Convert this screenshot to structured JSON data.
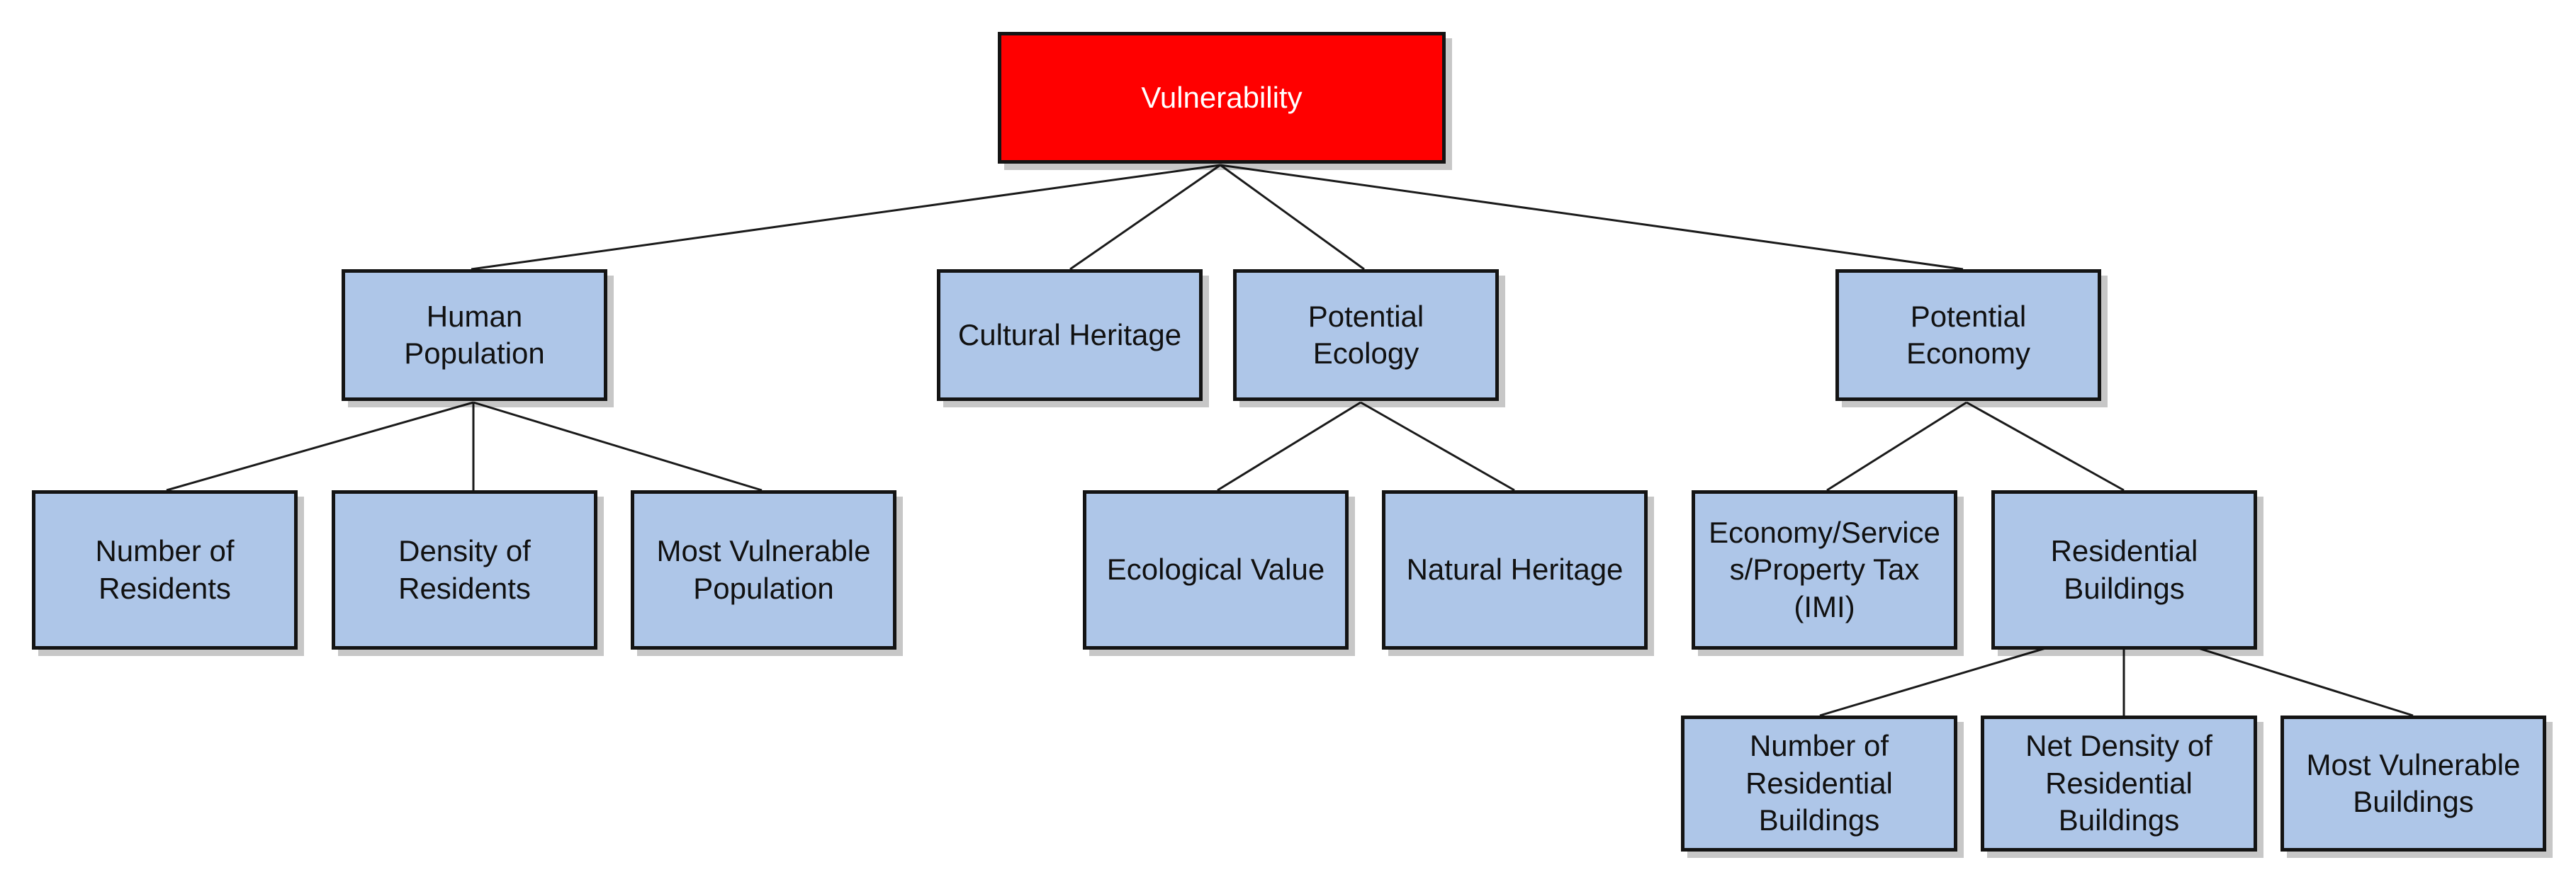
{
  "root": {
    "label": "Vulnerability",
    "color": "#ff0000"
  },
  "level1": {
    "human_population": "Human\nPopulation",
    "cultural_heritage": "Cultural Heritage",
    "potential_ecology": "Potential\nEcology",
    "potential_economy": "Potential\nEconomy"
  },
  "human_population_children": {
    "number_of_residents": "Number of\nResidents",
    "density_of_residents": "Density of\nResidents",
    "most_vulnerable_population": "Most Vulnerable\nPopulation"
  },
  "potential_ecology_children": {
    "ecological_value": "Ecological Value",
    "natural_heritage": "Natural Heritage"
  },
  "potential_economy_children": {
    "economy_services_property_tax": "Economy/Service\ns/Property Tax\n(IMI)",
    "residential_buildings": "Residential\nBuildings"
  },
  "residential_buildings_children": {
    "number_of_residential_buildings": "Number of\nResidential\nBuildings",
    "net_density_of_residential_buildings": "Net Density of\nResidential\nBuildings",
    "most_vulnerable_buildings": "Most Vulnerable\nBuildings"
  },
  "colors": {
    "root_fill": "#ff0000",
    "node_fill": "#aec6e8",
    "border": "#141414",
    "connector": "#1a1a1a"
  }
}
